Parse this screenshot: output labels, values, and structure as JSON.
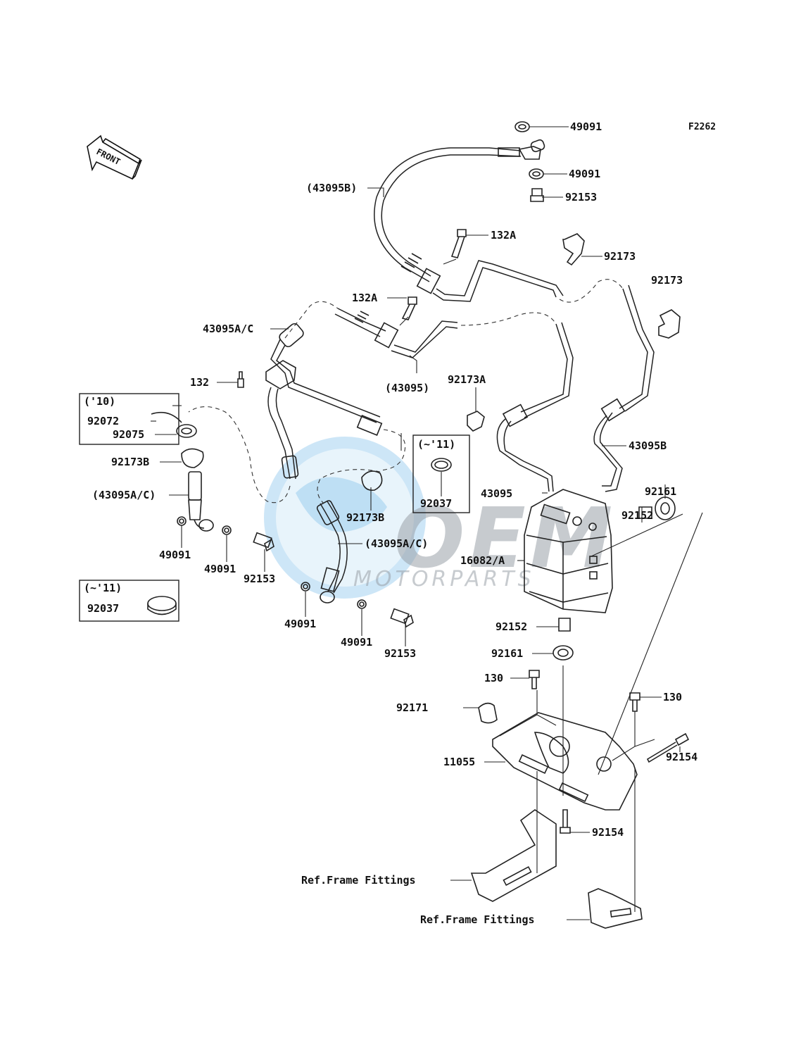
{
  "figure_code": "F2262",
  "front_arrow_label": "FRONT",
  "watermark": {
    "brand": "OEM",
    "sub": "MOTORPARTS",
    "colors": {
      "globe": "#6fb6e8",
      "letters": "#9aa1a8"
    }
  },
  "labels": {
    "p49091_a": "49091",
    "p49091_b": "49091",
    "p92153_top": "92153",
    "p43095B_paren": "(43095B)",
    "p132A_a": "132A",
    "p132A_b": "132A",
    "p92173_a": "92173",
    "p92173_b": "92173",
    "p43095AC": "43095A/C",
    "p132": "132",
    "p43095_paren": "(43095)",
    "p92173A": "92173A",
    "box10_title": "('10)",
    "p92072": "92072",
    "p92075": "92075",
    "p92173B_left": "92173B",
    "p43095AC_paren_left": "(43095A/C)",
    "box11_right_title": "(~'11)",
    "p92037_right": "92037",
    "p92173B_mid": "92173B",
    "p43095B": "43095B",
    "p43095": "43095",
    "p92161_top": "92161",
    "p92152_top": "92152",
    "p43095AC_paren_mid": "(43095A/C)",
    "p16082A": "16082/A",
    "p49091_c": "49091",
    "p49091_d": "49091",
    "p92153_left": "92153",
    "box11_left_title": "(~'11)",
    "p92037_left": "92037",
    "p49091_e": "49091",
    "p49091_f": "49091",
    "p92153_bot": "92153",
    "p92152_bot": "92152",
    "p92161_bot": "92161",
    "p130_a": "130",
    "p130_b": "130",
    "p92171": "92171",
    "p92154_a": "92154",
    "p11055": "11055",
    "p92154_b": "92154",
    "ref_frame_a": "Ref.Frame Fittings",
    "ref_frame_b": "Ref.Frame Fittings"
  }
}
